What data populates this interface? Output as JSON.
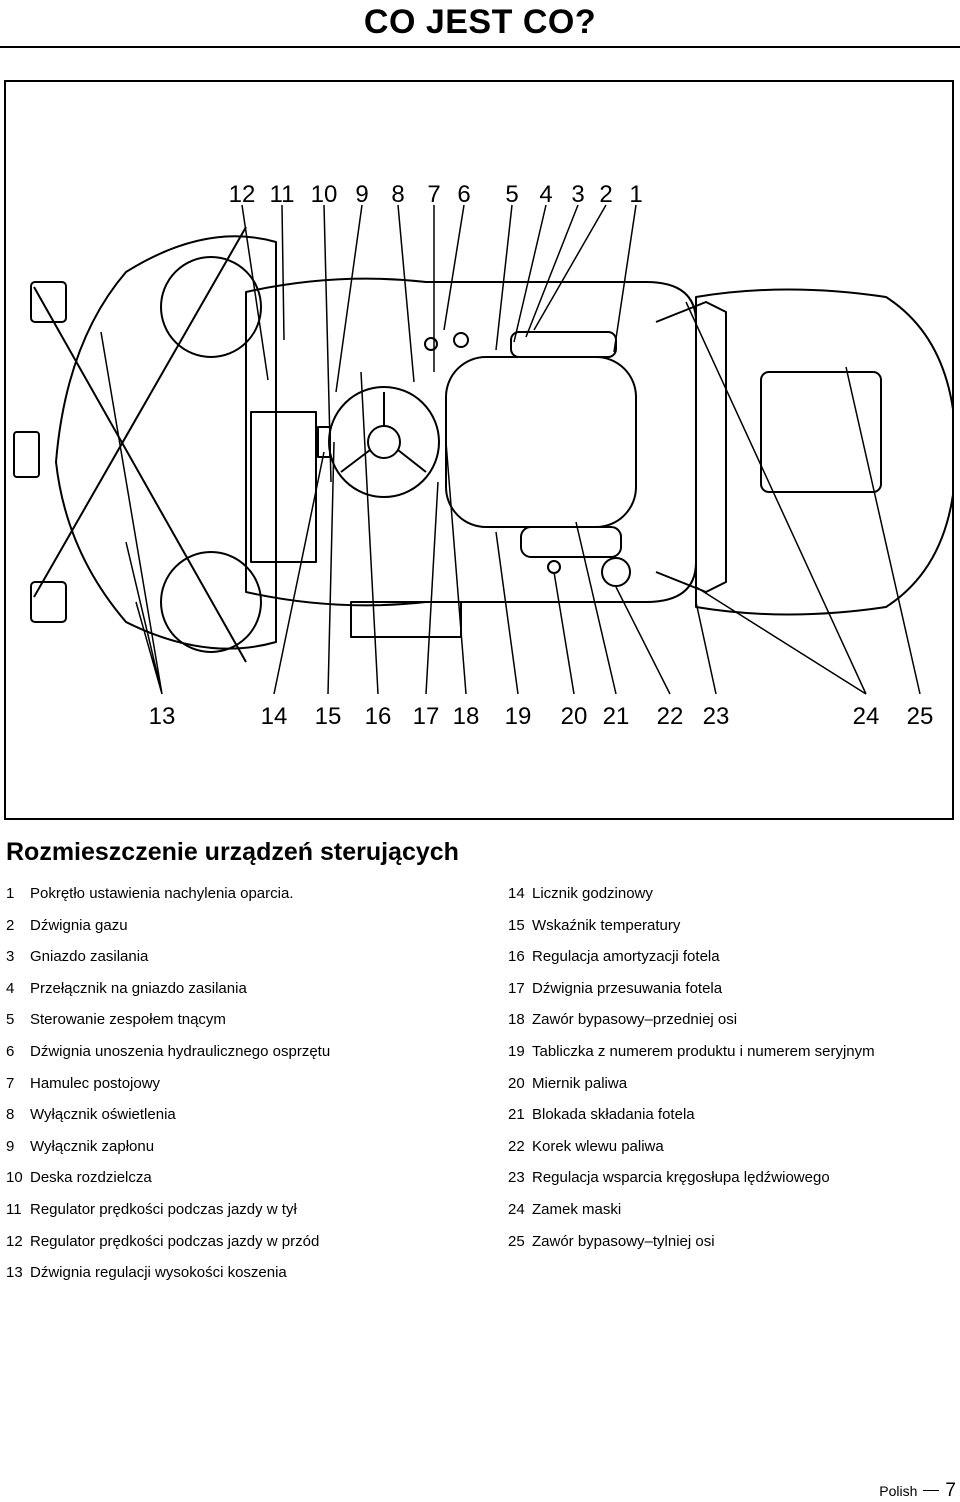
{
  "page_title": "CO JEST CO?",
  "figure": {
    "top_callouts": [
      "12",
      "11",
      "10",
      "9",
      "8",
      "7",
      "6",
      "5",
      "4",
      "3",
      "2",
      "1"
    ],
    "bottom_callouts": [
      "13",
      "14",
      "15",
      "16",
      "17",
      "18",
      "19",
      "20",
      "21",
      "22",
      "23",
      "24",
      "25"
    ]
  },
  "section_heading": "Rozmieszczenie urządzeń sterujących",
  "legend_left": [
    {
      "num": "1",
      "text": "Pokrętło ustawienia nachylenia oparcia."
    },
    {
      "num": "2",
      "text": "Dźwignia gazu"
    },
    {
      "num": "3",
      "text": "Gniazdo zasilania"
    },
    {
      "num": "4",
      "text": "Przełącznik na gniazdo zasilania"
    },
    {
      "num": "5",
      "text": "Sterowanie zespołem tnącym"
    },
    {
      "num": "6",
      "text": "Dźwignia unoszenia hydraulicznego osprzętu"
    },
    {
      "num": "7",
      "text": "Hamulec postojowy"
    },
    {
      "num": "8",
      "text": "Wyłącznik oświetlenia"
    },
    {
      "num": "9",
      "text": "Wyłącznik zapłonu"
    },
    {
      "num": "10",
      "text": "Deska rozdzielcza"
    },
    {
      "num": "11",
      "text": "Regulator prędkości podczas jazdy w tył"
    },
    {
      "num": "12",
      "text": "Regulator prędkości podczas jazdy w przód"
    },
    {
      "num": "13",
      "text": "Dźwignia regulacji wysokości koszenia"
    }
  ],
  "legend_right": [
    {
      "num": "14",
      "text": "Licznik godzinowy"
    },
    {
      "num": "15",
      "text": "Wskaźnik temperatury"
    },
    {
      "num": "16",
      "text": "Regulacja amortyzacji fotela"
    },
    {
      "num": "17",
      "text": "Dźwignia przesuwania fotela"
    },
    {
      "num": "18",
      "text": "Zawór bypasowy–przedniej osi"
    },
    {
      "num": "19",
      "text": "Tabliczka z numerem produktu i numerem seryjnym"
    },
    {
      "num": "20",
      "text": "Miernik paliwa"
    },
    {
      "num": "21",
      "text": "Blokada składania fotela"
    },
    {
      "num": "22",
      "text": "Korek wlewu paliwa"
    },
    {
      "num": "23",
      "text": "Regulacja wsparcia kręgosłupa lędźwiowego"
    },
    {
      "num": "24",
      "text": "Zamek maski"
    },
    {
      "num": "25",
      "text": "Zawór bypasowy–tylniej osi"
    }
  ],
  "footer": {
    "language": "Polish",
    "page_number": "7"
  }
}
